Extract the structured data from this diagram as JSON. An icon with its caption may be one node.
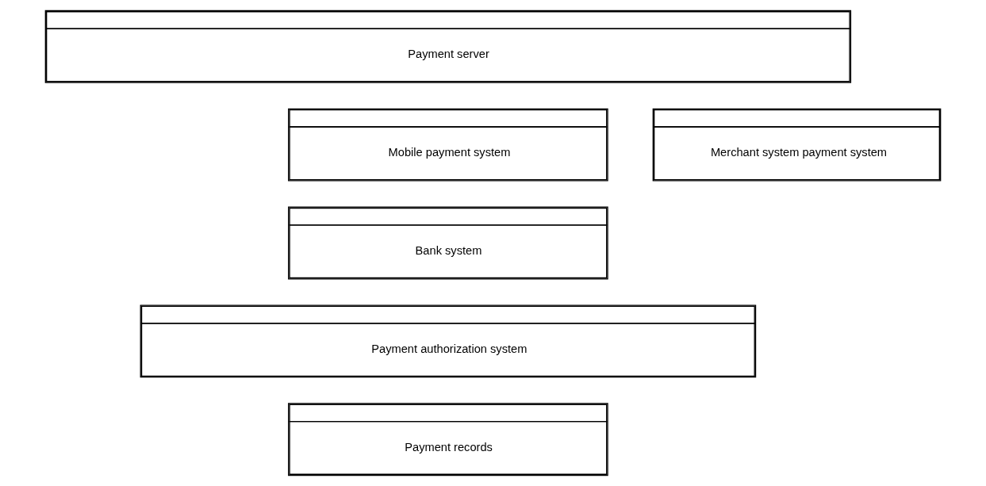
{
  "diagram": {
    "nodes": [
      {
        "text": [
          "Payment server"
        ]
      },
      {
        "text": [
          "Mobile payment system"
        ]
      },
      {
        "text": [
          "Merchant system payment system"
        ]
      },
      {
        "text": [
          "Bank system"
        ]
      },
      {
        "text": [
          "Payment authorization system"
        ]
      },
      {
        "text": [
          "Payment records"
        ]
      }
    ],
    "edges": []
  }
}
